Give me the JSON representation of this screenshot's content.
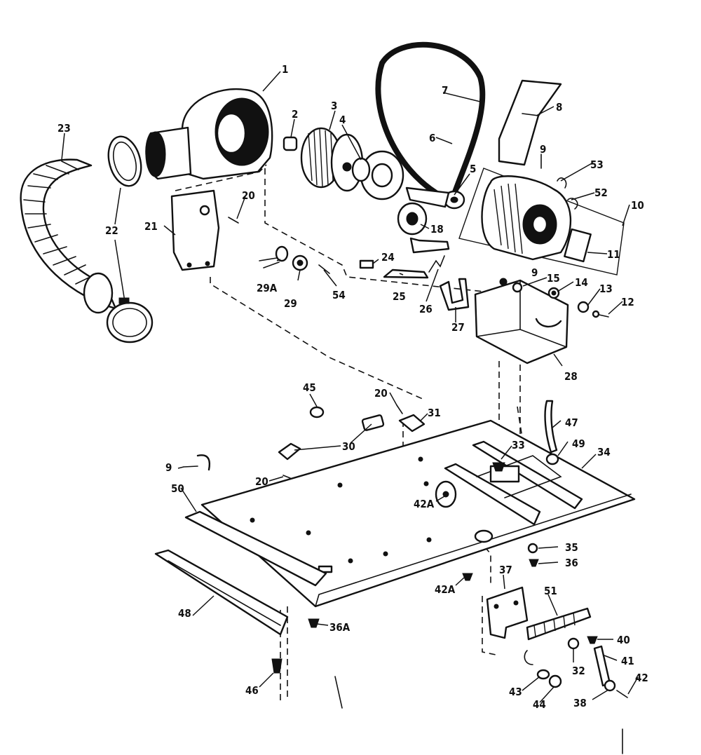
{
  "diagram": {
    "callouts": {
      "c1": "1",
      "c2": "2",
      "c3": "3",
      "c4": "4",
      "c5": "5",
      "c6": "6",
      "c7": "7",
      "c8": "8",
      "c9a": "9",
      "c9b": "9",
      "c9c": "9",
      "c10": "10",
      "c11": "11",
      "c12": "12",
      "c13": "13",
      "c14": "14",
      "c15": "15",
      "c18": "18",
      "c20a": "20",
      "c20b": "20",
      "c20c": "20",
      "c21": "21",
      "c22": "22",
      "c23": "23",
      "c24": "24",
      "c25": "25",
      "c26": "26",
      "c27": "27",
      "c28": "28",
      "c29": "29",
      "c29a": "29A",
      "c30": "30",
      "c31": "31",
      "c32": "32",
      "c33": "33",
      "c34": "34",
      "c35": "35",
      "c36": "36",
      "c36a": "36A",
      "c37": "37",
      "c38": "38",
      "c40": "40",
      "c41": "41",
      "c42": "42",
      "c42aa": "42A",
      "c42ab": "42A",
      "c43": "43",
      "c44": "44",
      "c45": "45",
      "c46": "46",
      "c47": "47",
      "c48": "48",
      "c49": "49",
      "c50": "50",
      "c51": "51",
      "c52": "52",
      "c53": "53",
      "c54": "54"
    }
  }
}
